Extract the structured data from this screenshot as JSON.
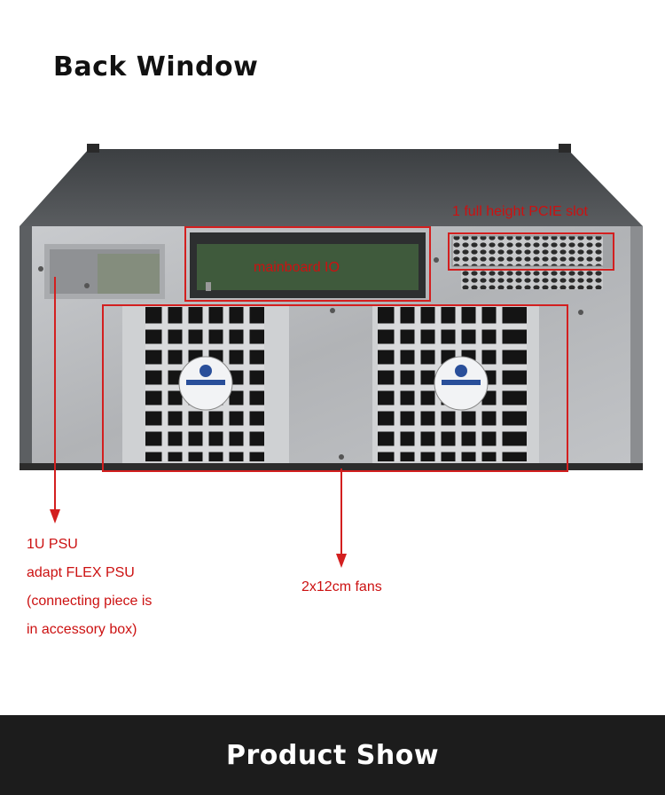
{
  "header": {
    "title": "Back Window"
  },
  "annotations": {
    "pcie_slot": "1 full height PCIE slot",
    "mainboard_io": "mainboard IO",
    "fans": "2x12cm fans",
    "psu_lines": [
      "1U PSU",
      "adapt FLEX PSU",
      "(connecting piece is",
      "in accessory box)"
    ]
  },
  "footer": {
    "title": "Product Show"
  },
  "colors": {
    "accent": "#d31f1f",
    "panel": "#b7b9bc",
    "chassis_top": "#4a4d50",
    "footer_bg": "#1c1c1c"
  },
  "icons": [
    "chassis-photo",
    "fan-icon",
    "arrow-down-icon"
  ]
}
